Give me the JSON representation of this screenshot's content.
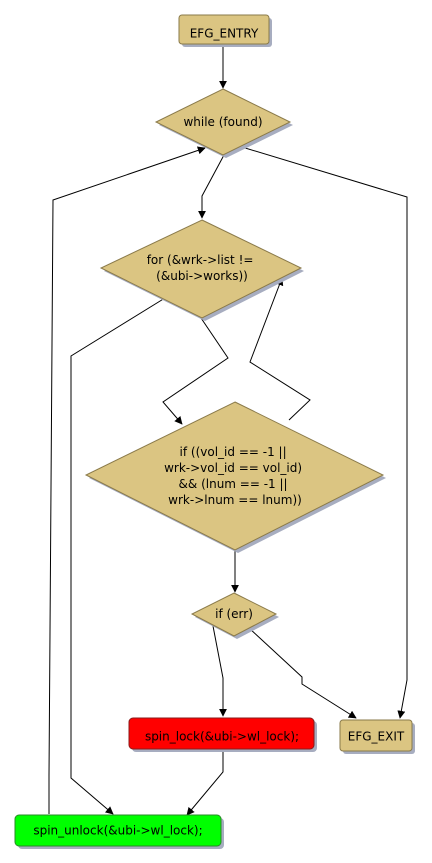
{
  "nodes": {
    "entry": {
      "label": "EFG_ENTRY",
      "fill": "#dbc582"
    },
    "while_found": {
      "lines": [
        "while (found)"
      ],
      "fill": "#dbc582"
    },
    "for_loop": {
      "lines": [
        "for (&wrk->list !=",
        "(&ubi->works))"
      ],
      "fill": "#dbc582"
    },
    "if_vol": {
      "lines": [
        "if ((vol_id == -1 ||",
        "wrk->vol_id == vol_id)",
        "&& (lnum == -1 ||",
        "wrk->lnum == lnum))"
      ],
      "fill": "#dbc582"
    },
    "if_err": {
      "lines": [
        "if (err)"
      ],
      "fill": "#dbc582"
    },
    "spin_lock": {
      "label": "spin_lock(&ubi->wl_lock);",
      "fill": "#ff0000"
    },
    "exit": {
      "label": "EFG_EXIT",
      "fill": "#dbc582"
    },
    "spin_unlock": {
      "label": "spin_unlock(&ubi->wl_lock);",
      "fill": "#00ff00"
    }
  },
  "colors": {
    "node_border": "#8a7a4a",
    "shadow": "#a7adc0",
    "edge": "#000000"
  }
}
